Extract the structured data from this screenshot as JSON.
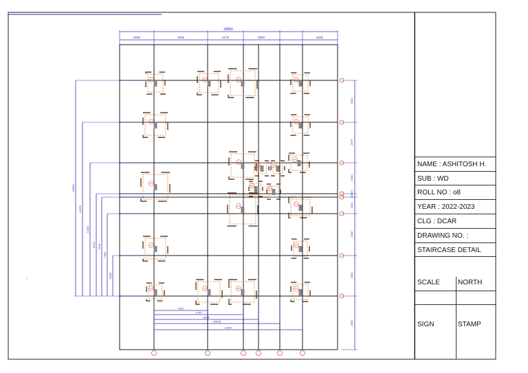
{
  "drawing": {
    "overall_width_dim": "18650",
    "top_dims": [
      "3025",
      "4025",
      "2175",
      "3050",
      "2825"
    ],
    "right_dims": [
      "3310",
      "2575",
      "2000",
      "297",
      "307",
      "1621",
      "2400",
      "2000",
      "4650"
    ],
    "left_dims": [
      "19660",
      "13376",
      "11491",
      "9943",
      "9516",
      "7383",
      "6568"
    ],
    "bottom_dims": [
      "4025",
      "3750",
      "9625",
      "10525",
      "12600"
    ],
    "footings": [
      "F1",
      "F2",
      "F3",
      "F4",
      "F5",
      "F6",
      "F7",
      "F8",
      "F9",
      "F10",
      "F11",
      "F12",
      "F13",
      "F14",
      "F15",
      "F16",
      "F17",
      "F18",
      "F19",
      "F20",
      "F21",
      "F22",
      "F23",
      "F24"
    ],
    "colors": {
      "line": "#1a1a1a",
      "dim": "#3a2bb0",
      "footing": "#e07a1f",
      "column": "#888888",
      "grid_bubble": "#e04a2a"
    }
  },
  "title_block": {
    "name": "NAME : ASHITOSH  H.",
    "sub": "SUB : WD",
    "roll": "ROLL NO : o8",
    "year": "YEAR : 2022-2023",
    "clg": "CLG : DCAR",
    "drawing_no": "DRAWING NO. :",
    "title": "STAIRCASE DETAIL",
    "scale": "SCALE",
    "north": "NORTH",
    "sign": "SIGN",
    "stamp": "STAMP"
  }
}
